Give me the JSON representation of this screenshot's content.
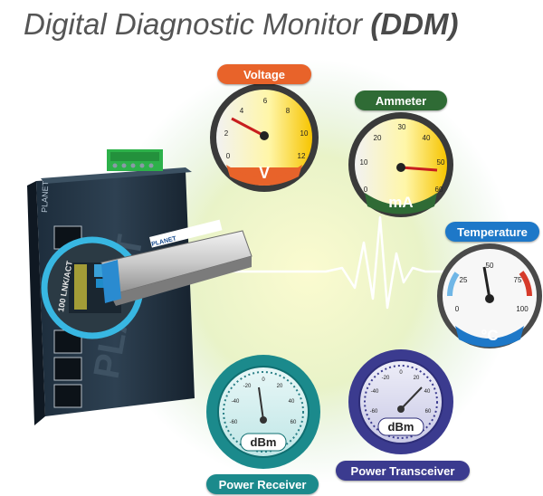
{
  "title": {
    "main": "Digital Diagnostic Monitor ",
    "abbr": "(DDM)"
  },
  "gauges": {
    "voltage": {
      "label": "Voltage",
      "unit": "V",
      "ticks": [
        "0",
        "2",
        "4",
        "6",
        "8",
        "10",
        "12"
      ],
      "color": "#e8632a"
    },
    "ammeter": {
      "label": "Ammeter",
      "unit": "mA",
      "ticks": [
        "0",
        "10",
        "20",
        "30",
        "40",
        "50",
        "60"
      ],
      "color": "#2f6b35"
    },
    "temperature": {
      "label": "Temperature",
      "unit": "°C",
      "ticks": [
        "0",
        "25",
        "50",
        "75",
        "100"
      ],
      "color": "#1e78c8"
    },
    "power_receiver": {
      "label": "Power Receiver",
      "unit": "dBm",
      "ticks": [
        "-60",
        "-40",
        "-20",
        "0",
        "20",
        "40",
        "60"
      ],
      "color": "#1b8a8c"
    },
    "power_transceiver": {
      "label": "Power Transceiver",
      "unit": "dBm",
      "ticks": [
        "-60",
        "-40",
        "-20",
        "0",
        "20",
        "40",
        "60"
      ],
      "color": "#3b3b8f"
    }
  },
  "device": {
    "brand": "PLANET",
    "port_label": "100 LNK/ACT"
  }
}
